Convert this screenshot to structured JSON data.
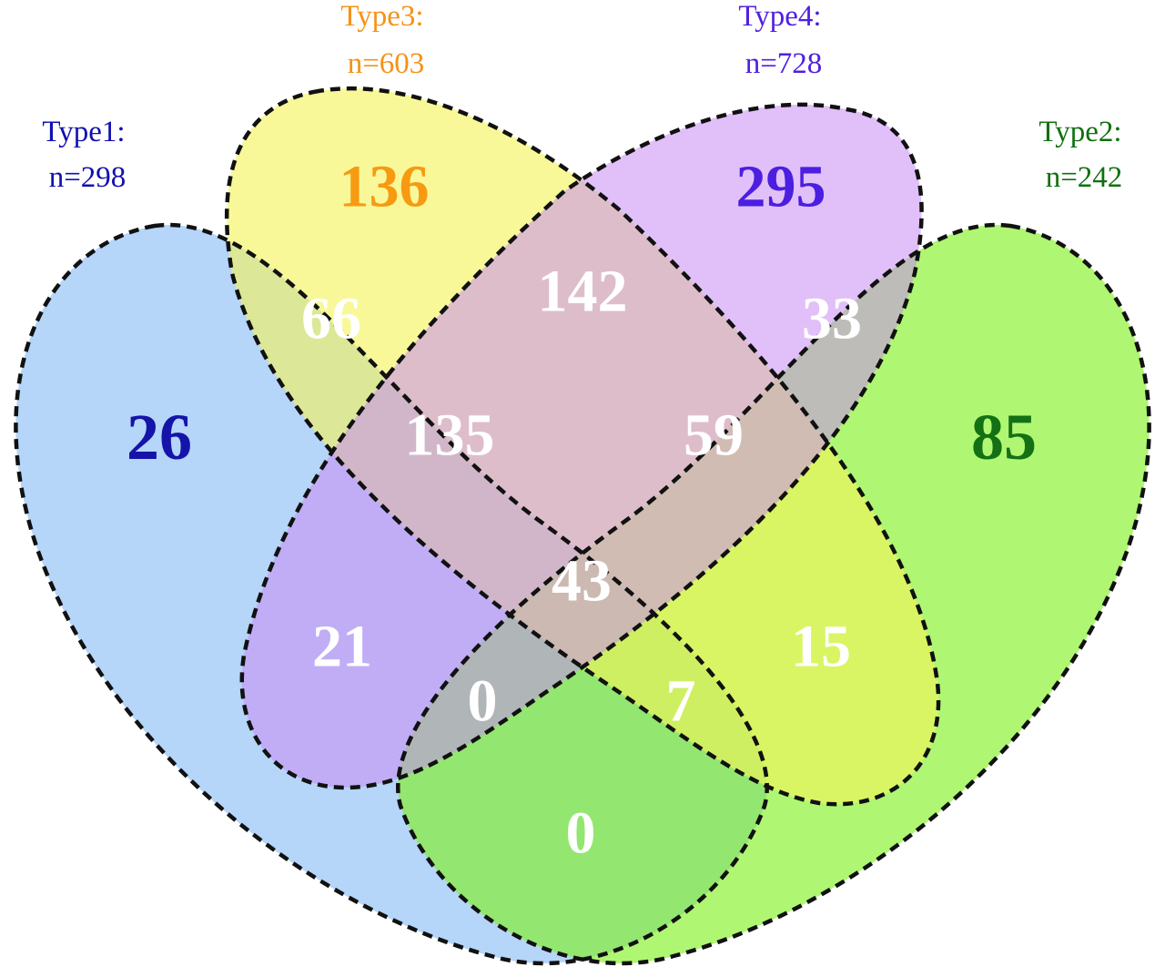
{
  "sets": [
    {
      "id": "type1",
      "label": "Type1:",
      "count_label": "n=298",
      "color": "#1010b0",
      "fill": "#a8cef8"
    },
    {
      "id": "type2",
      "label": "Type2:",
      "count_label": "n=242",
      "color": "#107010",
      "fill": "#7ef01c"
    },
    {
      "id": "type3",
      "label": "Type3:",
      "count_label": "n=603",
      "color": "#f59218",
      "fill": "#f4f45a"
    },
    {
      "id": "type4",
      "label": "Type4:",
      "count_label": "n=728",
      "color": "#5020e0",
      "fill": "#c88cf4"
    }
  ],
  "regions": [
    {
      "id": "only-type1",
      "value": "26",
      "color": "#1414a8"
    },
    {
      "id": "only-type3",
      "value": "136",
      "color": "#f79a12"
    },
    {
      "id": "only-type4",
      "value": "295",
      "color": "#4b1ee0"
    },
    {
      "id": "only-type2",
      "value": "85",
      "color": "#147014"
    },
    {
      "id": "type1-type3",
      "value": "66",
      "color": "#ffffff"
    },
    {
      "id": "type3-type4",
      "value": "142",
      "color": "#ffffff"
    },
    {
      "id": "type2-type4",
      "value": "33",
      "color": "#ffffff"
    },
    {
      "id": "type1-type3-type4",
      "value": "135",
      "color": "#ffffff"
    },
    {
      "id": "type2-type3-type4",
      "value": "59",
      "color": "#ffffff"
    },
    {
      "id": "all-four",
      "value": "43",
      "color": "#ffffff"
    },
    {
      "id": "type1-type4",
      "value": "21",
      "color": "#ffffff"
    },
    {
      "id": "type2-type3",
      "value": "15",
      "color": "#ffffff"
    },
    {
      "id": "type1-type2-type4",
      "value": "0",
      "color": "#ffffff"
    },
    {
      "id": "type1-type2-type3",
      "value": "7",
      "color": "#ffffff"
    },
    {
      "id": "type1-type2",
      "value": "0",
      "color": "#ffffff"
    }
  ]
}
